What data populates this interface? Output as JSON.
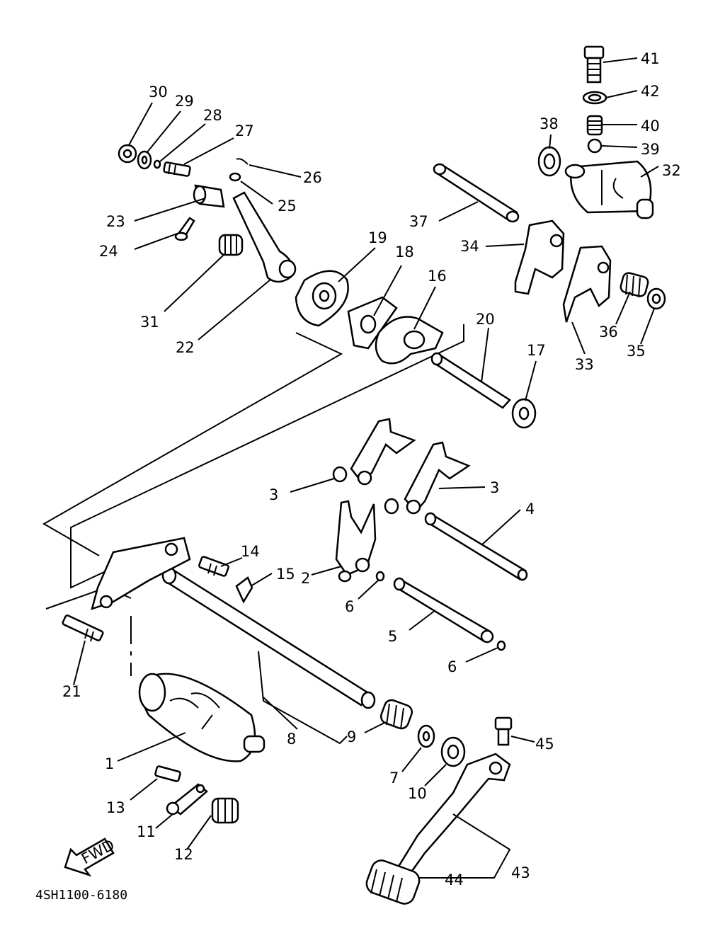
{
  "diagram_code": "4SH1100-6180",
  "fwd_label": "FWD",
  "labels": {
    "l1": "1",
    "l2": "2",
    "l3a": "3",
    "l3b": "3",
    "l4": "4",
    "l5": "5",
    "l6a": "6",
    "l6b": "6",
    "l7": "7",
    "l8": "8",
    "l9": "9",
    "l10": "10",
    "l11": "11",
    "l12": "12",
    "l13": "13",
    "l14": "14",
    "l15": "15",
    "l16": "16",
    "l17": "17",
    "l18": "18",
    "l19": "19",
    "l20": "20",
    "l21": "21",
    "l22": "22",
    "l23": "23",
    "l24": "24",
    "l25": "25",
    "l26": "26",
    "l27": "27",
    "l28": "28",
    "l29": "29",
    "l30": "30",
    "l31": "31",
    "l32": "32",
    "l33": "33",
    "l34": "34",
    "l35": "35",
    "l36": "36",
    "l37": "37",
    "l38": "38",
    "l39": "39",
    "l40": "40",
    "l41": "41",
    "l42": "42",
    "l43": "43",
    "l44": "44",
    "l45": "45"
  }
}
